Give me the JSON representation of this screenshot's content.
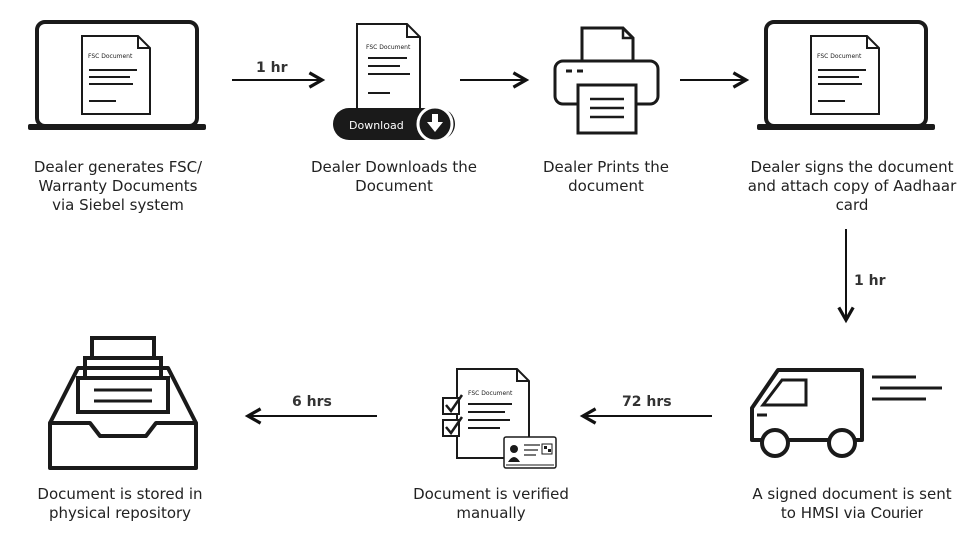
{
  "steps": [
    {
      "lines": [
        "Dealer generates FSC/",
        "Warranty Documents",
        "via Siebel system"
      ],
      "icon": "laptop-document-icon"
    },
    {
      "lines": [
        "Dealer Downloads the",
        "Document"
      ],
      "icon": "download-document-icon"
    },
    {
      "lines": [
        "Dealer Prints the",
        "document"
      ],
      "icon": "printer-icon"
    },
    {
      "lines": [
        "Dealer signs the document",
        "and attach copy of Aadhaar",
        "card"
      ],
      "icon": "laptop-document-icon"
    },
    {
      "lines": [
        "A signed document is sent",
        "to HMSI via "
      ],
      "emphasis": "Courier",
      "icon": "delivery-van-icon"
    },
    {
      "lines": [
        "Document is verified",
        "manually"
      ],
      "icon": "verified-document-icon"
    },
    {
      "lines": [
        "Document is stored in",
        "physical repository"
      ],
      "icon": "filing-tray-icon"
    }
  ],
  "durations": {
    "step1_to_2": "1 hr",
    "step4_to_5": "1 hr",
    "step5_to_6": "72 hrs",
    "step6_to_7": "6 hrs"
  },
  "doc_label": "FSC Document",
  "download_label": "Download"
}
